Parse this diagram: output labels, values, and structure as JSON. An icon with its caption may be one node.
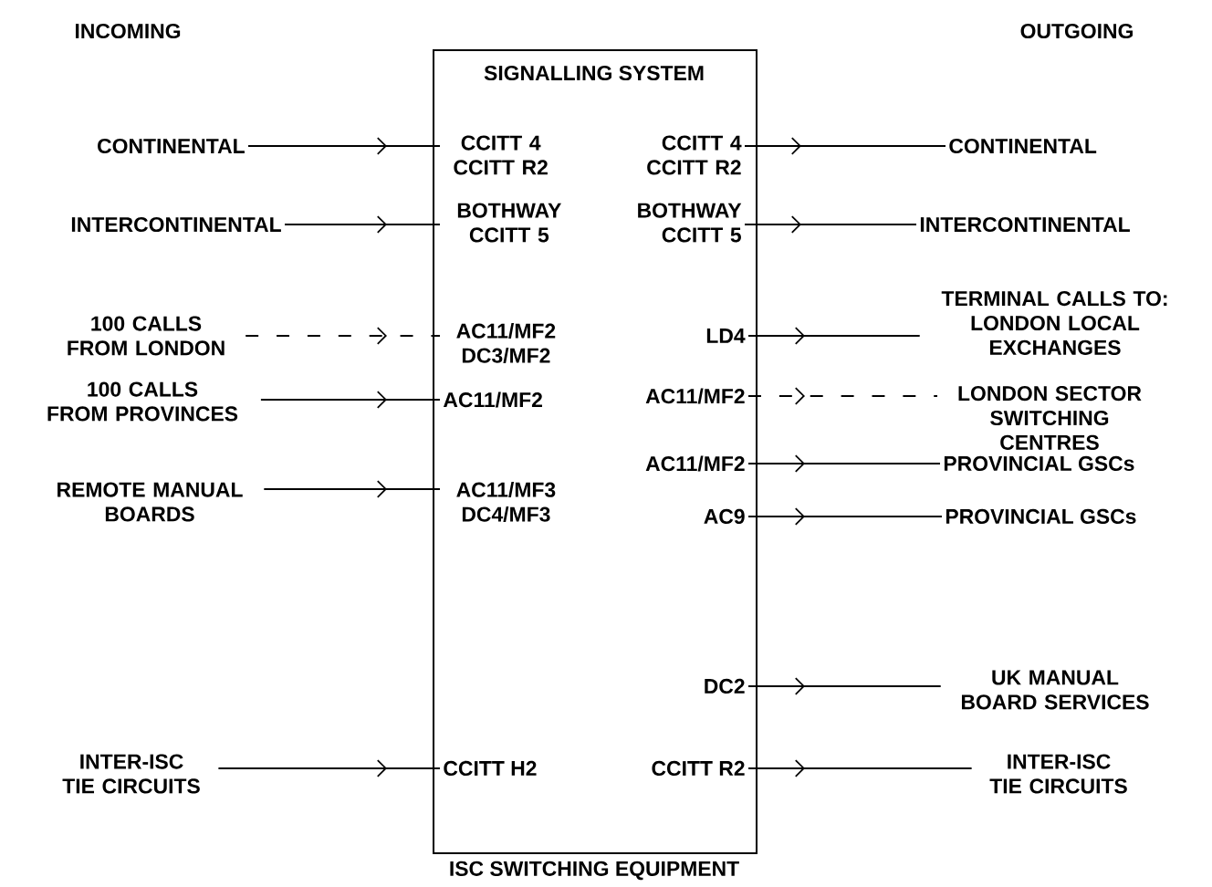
{
  "diagram": {
    "nodes": [
      {
        "text": [
          "SIGNALLING SYSTEM",
          "ISC SWITCHING EQUIPMENT"
        ]
      },
      {
        "text": [
          "CONTINENTAL"
        ]
      },
      {
        "text": [
          "INTERCONTINENTAL"
        ]
      },
      {
        "text": [
          "100 CALLS FROM LONDON"
        ]
      },
      {
        "text": [
          "100 CALLS FROM PROVINCES"
        ]
      },
      {
        "text": [
          "REMOTE MANUAL BOARDS"
        ]
      },
      {
        "text": [
          "INTER-ISC TIE CIRCUITS"
        ]
      },
      {
        "text": [
          "CCITT 4 CCITT R2"
        ],
        "in": 0
      },
      {
        "text": [
          "BOTHWAY CCITT 5"
        ],
        "in": 0
      },
      {
        "text": [
          "AC11/MF2 DC3/MF2"
        ],
        "in": 0
      },
      {
        "text": [
          "AC11/MF2"
        ],
        "in": 0
      },
      {
        "text": [
          "AC11/MF3 DC4/MF3"
        ],
        "in": 0
      },
      {
        "text": [
          "CCITT H2"
        ],
        "in": 0
      },
      {
        "text": [
          "CCITT 4 CCITT R2"
        ],
        "in": 0
      },
      {
        "text": [
          "BOTHWAY CCITT 5"
        ],
        "in": 0
      },
      {
        "text": [
          "LD4"
        ],
        "in": 0
      },
      {
        "text": [
          "AC11/MF2"
        ],
        "in": 0
      },
      {
        "text": [
          "AC11/MF2"
        ],
        "in": 0
      },
      {
        "text": [
          "AC9"
        ],
        "in": 0
      },
      {
        "text": [
          "DC2"
        ],
        "in": 0
      },
      {
        "text": [
          "CCITT R2"
        ],
        "in": 0
      },
      {
        "text": [
          "CONTINENTAL"
        ]
      },
      {
        "text": [
          "INTERCONTINENTAL"
        ]
      },
      {
        "text": [
          "TERMINAL CALLS TO: LONDON LOCAL EXCHANGES"
        ]
      },
      {
        "text": [
          "LONDON SECTOR SWITCHING CENTRES"
        ]
      },
      {
        "text": [
          "PROVINCIAL GSCs"
        ]
      },
      {
        "text": [
          "PROVINCIAL GSCs"
        ]
      },
      {
        "text": [
          "UK MANUAL BOARD SERVICES"
        ]
      },
      {
        "text": [
          "INTER-ISC TIE CIRCUITS"
        ]
      }
    ],
    "edges": [
      {
        "from": 1,
        "to": 7,
        "arrow": "to"
      },
      {
        "from": 2,
        "to": 8,
        "arrow": "to"
      },
      {
        "from": 3,
        "to": 9,
        "arrow": "to",
        "style": "dashed"
      },
      {
        "from": 4,
        "to": 10,
        "arrow": "to"
      },
      {
        "from": 5,
        "to": 11,
        "arrow": "to"
      },
      {
        "from": 6,
        "to": 12,
        "arrow": "to"
      },
      {
        "from": 13,
        "to": 21,
        "arrow": "to"
      },
      {
        "from": 14,
        "to": 22,
        "arrow": "to"
      },
      {
        "from": 15,
        "to": 23,
        "arrow": "to"
      },
      {
        "from": 16,
        "to": 24,
        "arrow": "to",
        "style": "dashed"
      },
      {
        "from": 17,
        "to": 25,
        "arrow": "to"
      },
      {
        "from": 18,
        "to": 26,
        "arrow": "to"
      },
      {
        "from": 19,
        "to": 27,
        "arrow": "to"
      },
      {
        "from": 20,
        "to": 28,
        "arrow": "to"
      }
    ],
    "labels": [
      "INCOMING",
      "OUTGOING"
    ]
  }
}
